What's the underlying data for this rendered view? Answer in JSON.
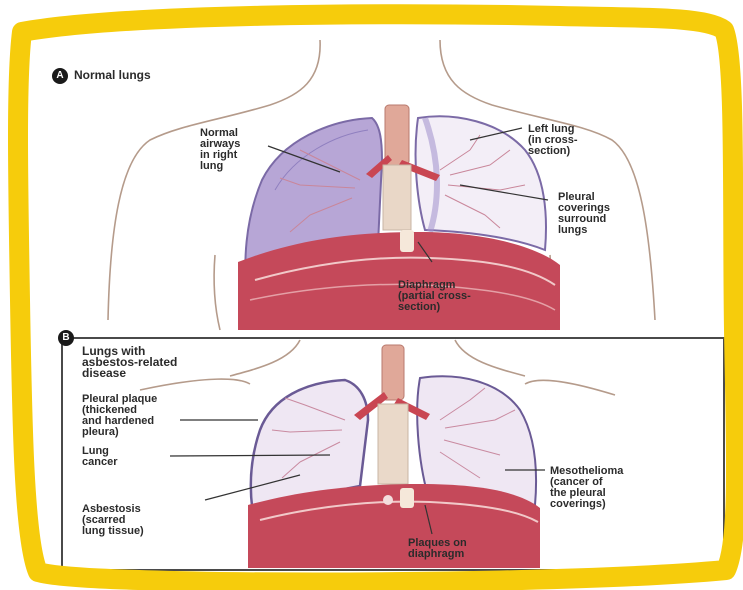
{
  "colors": {
    "highlight_border": "#f6cc0c",
    "lung_fill": "#b7a6d6",
    "lung_outline": "#7b6aa6",
    "diaphragm": "#c5495a",
    "trachea": "#d9998a",
    "skin_outline": "#b59b8b",
    "bronchi": "#c94652"
  },
  "panel_a": {
    "badge": "A",
    "title": "Normal lungs",
    "labels": {
      "normal_airways": "Normal\nairways\nin right\nlung",
      "left_lung": "Left lung\n(in cross-\nsection)",
      "pleural_coverings": "Pleural\ncoverings\nsurround\nlungs",
      "diaphragm": "Diaphragm\n(partial cross-\nsection)"
    }
  },
  "panel_b": {
    "badge": "B",
    "title": "Lungs with\nasbestos-related\ndisease",
    "labels": {
      "pleural_plaque": "Pleural plaque\n(thickened\nand hardened\npleura)",
      "lung_cancer": "Lung\ncancer",
      "asbestosis": "Asbestosis\n(scarred\nlung tissue)",
      "mesothelioma": "Mesothelioma\n(cancer of\nthe pleural\ncoverings)",
      "plaques_diaphragm": "Plaques on\ndiaphragm"
    }
  }
}
